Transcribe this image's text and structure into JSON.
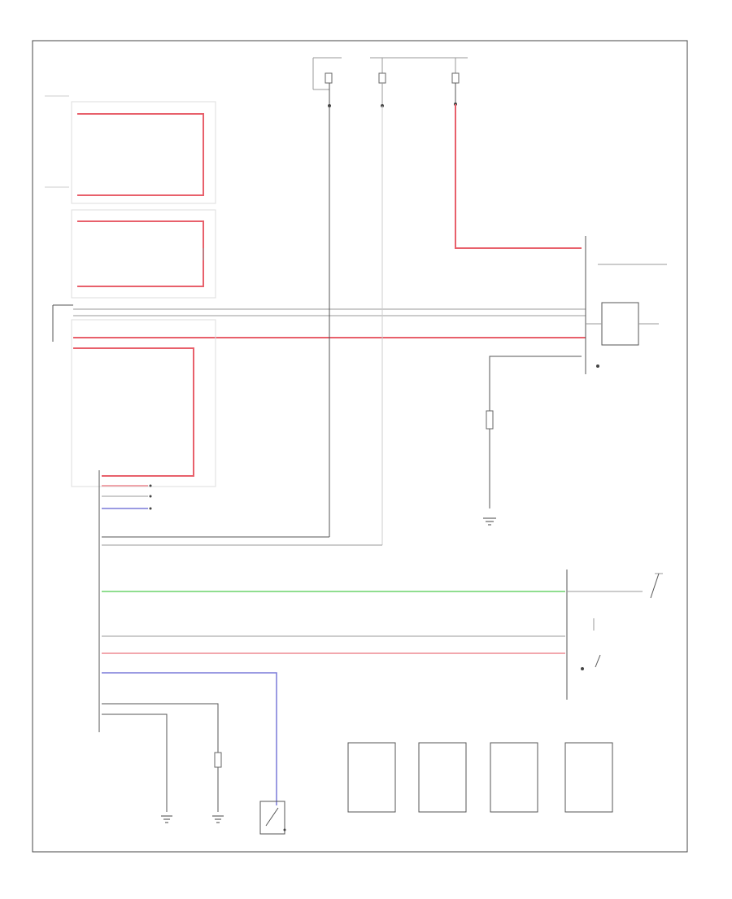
{
  "diagram": {
    "frame_label": "",
    "colors": {
      "red_wire": "#e8606b",
      "green_wire": "#6bd36b",
      "blue_wire": "#7a7ad8",
      "black_wire": "#555555",
      "gray_wire": "#999999"
    },
    "components": [
      {
        "id": "hot-fuse-1",
        "icon": "fuse-icon"
      },
      {
        "id": "hot-fuse-2",
        "icon": "fuse-icon"
      },
      {
        "id": "hot-fuse-3",
        "icon": "fuse-icon"
      },
      {
        "id": "engine-control-module",
        "icon": "connector-icon"
      },
      {
        "id": "abs-control-module",
        "icon": "connector-icon"
      },
      {
        "id": "access-control-unit",
        "icon": "connector-icon"
      },
      {
        "id": "combination-meter",
        "icon": "module-icon"
      },
      {
        "id": "ground-1",
        "icon": "ground-icon"
      },
      {
        "id": "body-control-module",
        "icon": "connector-icon"
      },
      {
        "id": "tire-pressure-receiver",
        "icon": "module-icon"
      },
      {
        "id": "ground-2",
        "icon": "ground-icon"
      },
      {
        "id": "ground-3",
        "icon": "ground-icon"
      },
      {
        "id": "tire-pressure-sensor-lf",
        "icon": "sensor-icon"
      },
      {
        "id": "tire-pressure-sensor-rf",
        "icon": "sensor-icon"
      },
      {
        "id": "tire-pressure-sensor-lr",
        "icon": "sensor-icon"
      },
      {
        "id": "tire-pressure-sensor-rr",
        "icon": "sensor-icon"
      },
      {
        "id": "ignition-relay",
        "icon": "relay-icon"
      }
    ]
  }
}
